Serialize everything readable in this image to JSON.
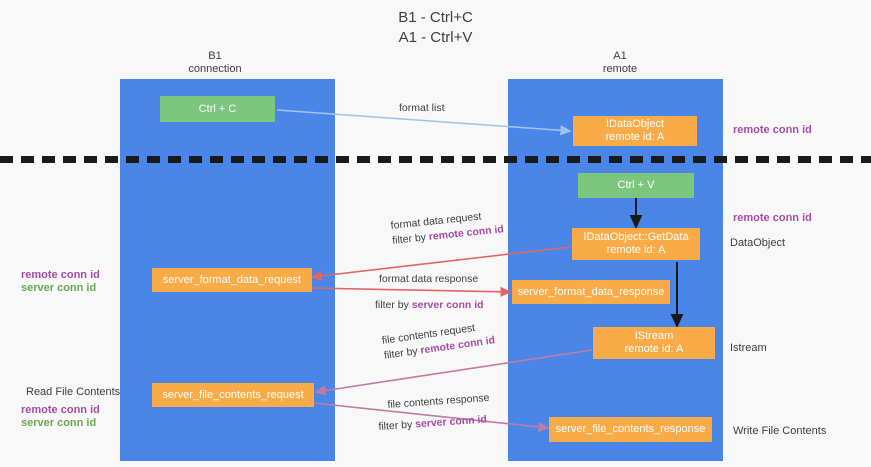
{
  "title": {
    "line1": "B1 - Ctrl+C",
    "line2": "A1 - Ctrl+V"
  },
  "columns": {
    "left": {
      "name": "B1",
      "role": "connection"
    },
    "right": {
      "name": "A1",
      "role": "remote"
    }
  },
  "colors": {
    "lane": "#4a86e8",
    "box_orange": "#f9ab48",
    "box_green": "#7dc67d",
    "purple": "#a64ca6",
    "green_text": "#6aa84f",
    "arrow_blue": "#9fc5e8",
    "arrow_red": "#e06666",
    "arrow_magenta": "#c27ba0",
    "arrow_black": "#1a1a1a",
    "background": "#f8f8f8"
  },
  "boxes": {
    "ctrl_c": {
      "line1": "Ctrl + C"
    },
    "ctrl_v": {
      "line1": "Ctrl + V"
    },
    "idataobject": {
      "line1": "IDataObject",
      "line2": "remote id: A"
    },
    "getdata": {
      "line1": "IDataObject::GetData",
      "line2": "remote id: A"
    },
    "istream": {
      "line1": "IStream",
      "line2": "remote id: A"
    },
    "server_format_data_request": {
      "line1": "server_format_data_request"
    },
    "server_format_data_response": {
      "line1": "server_format_data_response"
    },
    "server_file_contents_request": {
      "line1": "server_file_contents_request"
    },
    "server_file_contents_response": {
      "line1": "server_file_contents_response"
    }
  },
  "arrow_labels": {
    "format_list": "format list",
    "format_data_request": "format data request",
    "format_data_request_filter_prefix": "filter by ",
    "format_data_request_filter_value": "remote conn id",
    "format_data_response": "format data response",
    "format_data_response_filter_prefix": "filter by ",
    "format_data_response_filter_value": "server conn id",
    "file_contents_request": "file contents request",
    "file_contents_request_filter_prefix": "filter by ",
    "file_contents_request_filter_value": "remote conn id",
    "file_contents_response": "file contents response",
    "file_contents_response_filter_prefix": "filter by ",
    "file_contents_response_filter_value": "server conn id"
  },
  "annotations": {
    "right_remote_conn_id_top": "remote conn id",
    "right_remote_conn_id_mid": "remote conn id",
    "right_dataobject": "DataObject",
    "right_istream": "Istream",
    "right_write_file_contents": "Write File Contents",
    "left_remote_conn_id": "remote conn id",
    "left_server_conn_id": "server conn id",
    "left_read_file_contents": "Read File Contents",
    "left_remote_conn_id_2": "remote conn id",
    "left_server_conn_id_2": "server conn id"
  }
}
